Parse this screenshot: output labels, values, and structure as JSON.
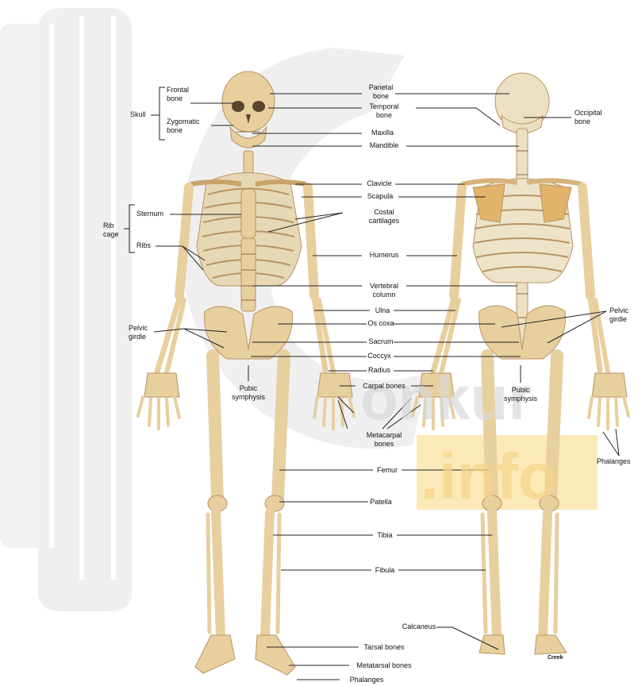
{
  "figure": {
    "credit": "Creek",
    "watermark": {
      "brand": "onkur",
      "domain": ".info"
    },
    "colors": {
      "bone": "#e8cf9e",
      "bone_shade": "#c9a36a",
      "cartilage": "#e6d8b4",
      "watermark": "#eeeeee",
      "watermark_box": "#fbe9b8"
    }
  },
  "labels": {
    "skull": "Skull",
    "frontal_bone": "Frontal\nbone",
    "zygomatic_bone": "Zygomatic\nbone",
    "rib_cage": "Rib\ncage",
    "sternum": "Sternum",
    "ribs": "Ribs",
    "pelvic_girdle_left": "Pelvic\ngirdle",
    "pubic_symphysis_front": "Pubic\nsymphysis",
    "parietal_bone": "Parietal\nbone",
    "temporal_bone": "Temporal\nbone",
    "maxilla": "Maxilla",
    "mandible": "Mandible",
    "clavicle": "Clavicle",
    "scapula": "Scapula",
    "costal_cartilages": "Costal\ncartilages",
    "humerus": "Humerus",
    "vertebral_column": "Vertebral\ncolumn",
    "ulna": "Ulna",
    "os_coxa": "Os coxa",
    "sacrum": "Sacrum",
    "coccyx": "Coccyx",
    "radius": "Radius",
    "carpal_bones": "Carpal bones",
    "metacarpal_bones": "Metacarpal\nbones",
    "femur": "Femur",
    "patella": "Patella",
    "tibia": "Tibia",
    "fibula": "Fibula",
    "calcaneus": "Calcaneus",
    "tarsal_bones": "Tarsal bones",
    "metatarsal_bones": "Metatarsal bones",
    "phalanges_bottom": "Phalanges",
    "occipital_bone": "Occipital\nbone",
    "pelvic_girdle_right": "Pelvic\ngirdle",
    "pubic_symphysis_back": "Pubic\nsymphysis",
    "phalanges_right": "Phalanges"
  }
}
